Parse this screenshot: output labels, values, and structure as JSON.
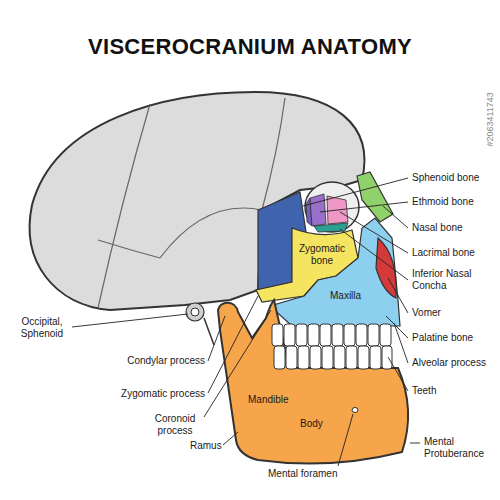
{
  "diagram": {
    "title": "VISCEROCRANIUM ANATOMY",
    "labels": [
      "Sphenoid bone",
      "Ethmoid bone",
      "Nasal bone",
      "Lacrimal bone",
      "Inferior Nasal Concha",
      "Zygomatic bone",
      "Vomer",
      "Occipital, Sphenoid",
      "Maxilla",
      "Palatine bone",
      "Condylar process",
      "Alveolar process",
      "Zygomatic process",
      "Teeth",
      "Coronoid process",
      "Mandible",
      "Body",
      "Mental Protuberance",
      "Ramus",
      "Mental foramen",
      "#2063411743"
    ]
  }
}
